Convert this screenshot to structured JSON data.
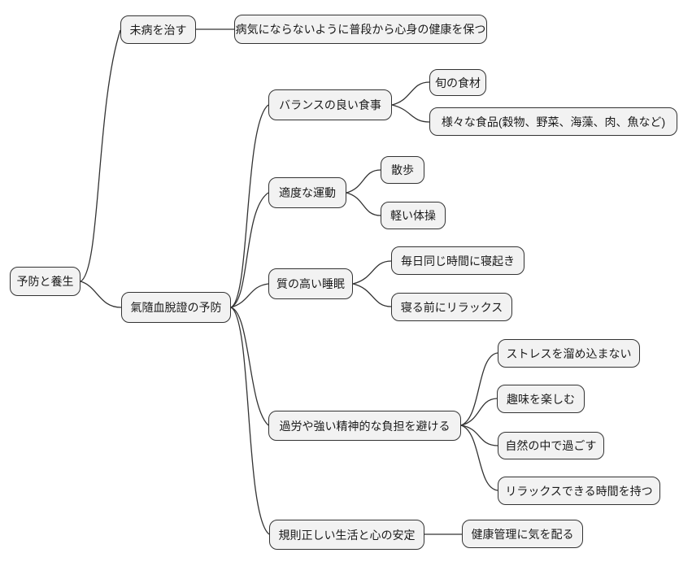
{
  "diagram_type": "mindmap",
  "style": {
    "background": "#ffffff",
    "node_fill": "#f2f2f2",
    "node_border": "#333333",
    "edge_color": "#333333",
    "text_color": "#1a1a1a"
  },
  "mindmap": {
    "root": {
      "label": "予防と養生",
      "children": [
        {
          "label": "未病を治す",
          "children": [
            {
              "label": "病気にならないように普段から心身の健康を保つ"
            }
          ]
        },
        {
          "label": "氣隨血脫證の予防",
          "children": [
            {
              "label": "バランスの良い食事",
              "children": [
                {
                  "label": "旬の食材"
                },
                {
                  "label": "様々な食品(穀物、野菜、海藻、肉、魚など)"
                }
              ]
            },
            {
              "label": "適度な運動",
              "children": [
                {
                  "label": "散歩"
                },
                {
                  "label": "軽い体操"
                }
              ]
            },
            {
              "label": "質の高い睡眠",
              "children": [
                {
                  "label": "毎日同じ時間に寝起き"
                },
                {
                  "label": "寝る前にリラックス"
                }
              ]
            },
            {
              "label": "過労や強い精神的な負担を避ける",
              "children": [
                {
                  "label": "ストレスを溜め込まない"
                },
                {
                  "label": "趣味を楽しむ"
                },
                {
                  "label": "自然の中で過ごす"
                },
                {
                  "label": "リラックスできる時間を持つ"
                }
              ]
            },
            {
              "label": "規則正しい生活と心の安定",
              "children": [
                {
                  "label": "健康管理に気を配る"
                }
              ]
            }
          ]
        }
      ]
    }
  }
}
